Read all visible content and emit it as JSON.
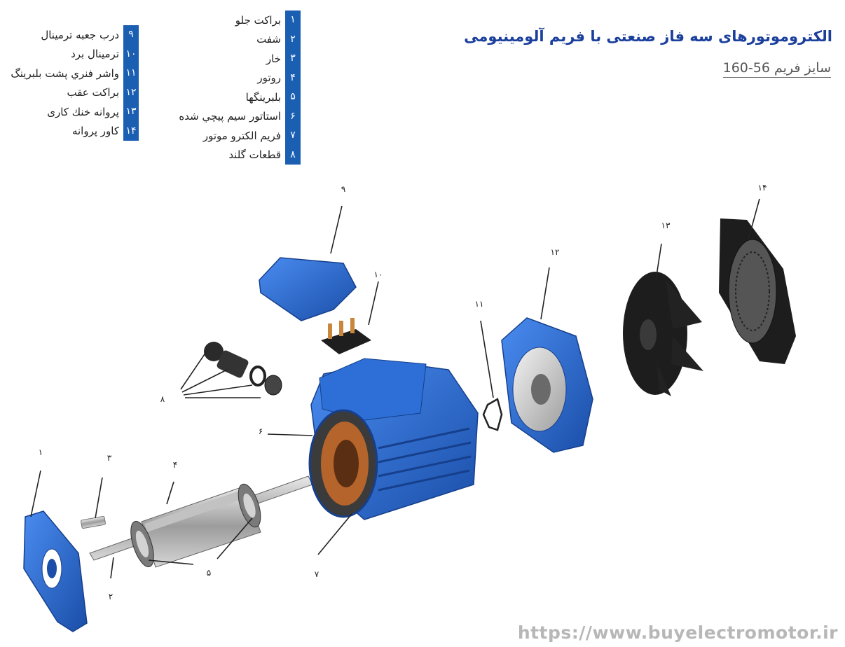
{
  "title": "الکتروموتورهای سه فاز صنعتی با فریم آلومینیومی",
  "subtitle": "سایز فریم  56-160",
  "legend_right": [
    {
      "num": "۱",
      "label": "براکت جلو"
    },
    {
      "num": "۲",
      "label": "شفت"
    },
    {
      "num": "۳",
      "label": "خار"
    },
    {
      "num": "۴",
      "label": "روتور"
    },
    {
      "num": "۵",
      "label": "بلبرینگها"
    },
    {
      "num": "۶",
      "label": "استاتور سیم پیچي شده"
    },
    {
      "num": "۷",
      "label": "فریم الکترو موتور"
    },
    {
      "num": "۸",
      "label": "قطعات گلند"
    }
  ],
  "legend_left": [
    {
      "num": "۹",
      "label": "درب جعبه ترمینال"
    },
    {
      "num": "۱۰",
      "label": "ترمینال برد"
    },
    {
      "num": "۱۱",
      "label": "واشر فنري پشت بلبرینگ"
    },
    {
      "num": "۱۲",
      "label": "براکت عقب"
    },
    {
      "num": "۱۳",
      "label": "پروانه خنك کاری"
    },
    {
      "num": "۱۴",
      "label": "کاور پروانه"
    }
  ],
  "callouts": {
    "c1": "۱",
    "c2": "۲",
    "c3": "۳",
    "c4": "۴",
    "c5": "۵",
    "c6": "۶",
    "c7": "۷",
    "c8": "۸",
    "c9": "۹",
    "c10": "۱۰",
    "c11": "۱۱",
    "c12": "۱۲",
    "c13": "۱۳",
    "c14": "۱۴"
  },
  "website": "https://www.buyelectromotor.ir",
  "colors": {
    "title_blue": "#1b3f9c",
    "legend_blue": "#1b5fb3",
    "part_blue": "#2d6fd6",
    "part_dark_blue": "#1a4ea8",
    "copper": "#b5642b",
    "fan_black": "#1d1d1d",
    "url_gray": "#b7b7b7"
  }
}
